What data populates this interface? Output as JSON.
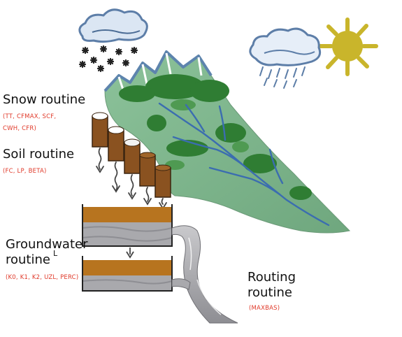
{
  "labels": {
    "snow_title": "Snow routine",
    "snow_params_line1": "(TT, CFMAX, SCF,",
    "snow_params_line2": "CWH, CFR)",
    "soil_title": "Soil routine",
    "soil_params": "(FC, LP, BETA)",
    "gw_title_line1": "Groundwater",
    "gw_title_line2": "routine",
    "gw_mark": "L",
    "gw_params": "(K0, K1, K2, UZL, PERC)",
    "routing_title_line1": "Routing",
    "routing_title_line2": "routine",
    "routing_params": "(MAXBAS)"
  },
  "colors": {
    "param_text": "#e03a2a",
    "mountain_green": "#7fb58c",
    "forest_green": "#2f7d33",
    "river_blue": "#3b6db0",
    "cloud_blue": "#5d7ea8",
    "sun_yellow": "#c9b52b",
    "soil_brown": "#8a5220",
    "reservoir_soil": "#b7741f",
    "reservoir_water": "#a9a9ad"
  }
}
